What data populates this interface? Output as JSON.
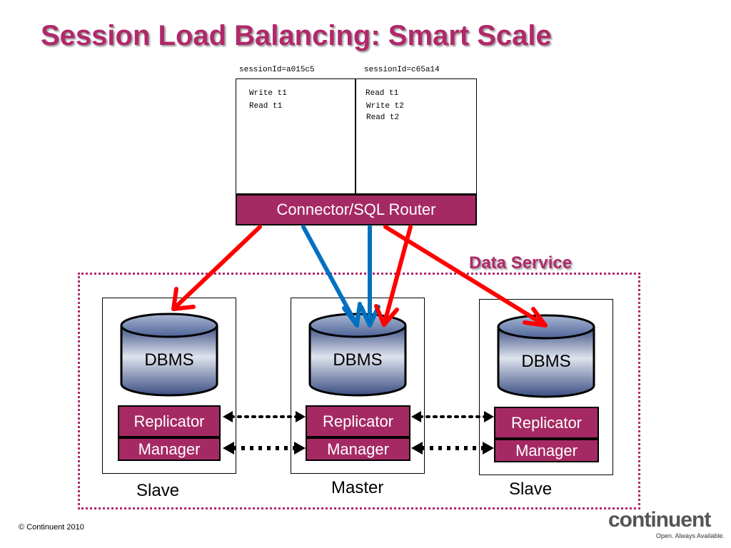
{
  "title": "Session Load Balancing: Smart Scale",
  "sessions": [
    {
      "id_label": "sessionId=a015c5",
      "ops": [
        "Write t1",
        "Read t1"
      ]
    },
    {
      "id_label": "sessionId=c65a14",
      "ops": [
        "Read t1",
        "Write t2",
        "Read t2"
      ]
    }
  ],
  "router": {
    "label": "Connector/SQL Router"
  },
  "data_service": {
    "label": "Data Service"
  },
  "nodes": [
    {
      "db_label": "DBMS",
      "replicator_label": "Replicator",
      "manager_label": "Manager",
      "role": "Slave"
    },
    {
      "db_label": "DBMS",
      "replicator_label": "Replicator",
      "manager_label": "Manager",
      "role": "Master"
    },
    {
      "db_label": "DBMS",
      "replicator_label": "Replicator",
      "manager_label": "Manager",
      "role": "Slave"
    }
  ],
  "footer": {
    "copyright": "© Continuent 2010"
  },
  "logo": {
    "name": "continuent",
    "tagline": "Open. Always Available."
  },
  "colors": {
    "accent": "#b0286a",
    "component_fill": "#a52a63",
    "write_arrow": "#ff0000",
    "read_arrow": "#0070c0"
  }
}
